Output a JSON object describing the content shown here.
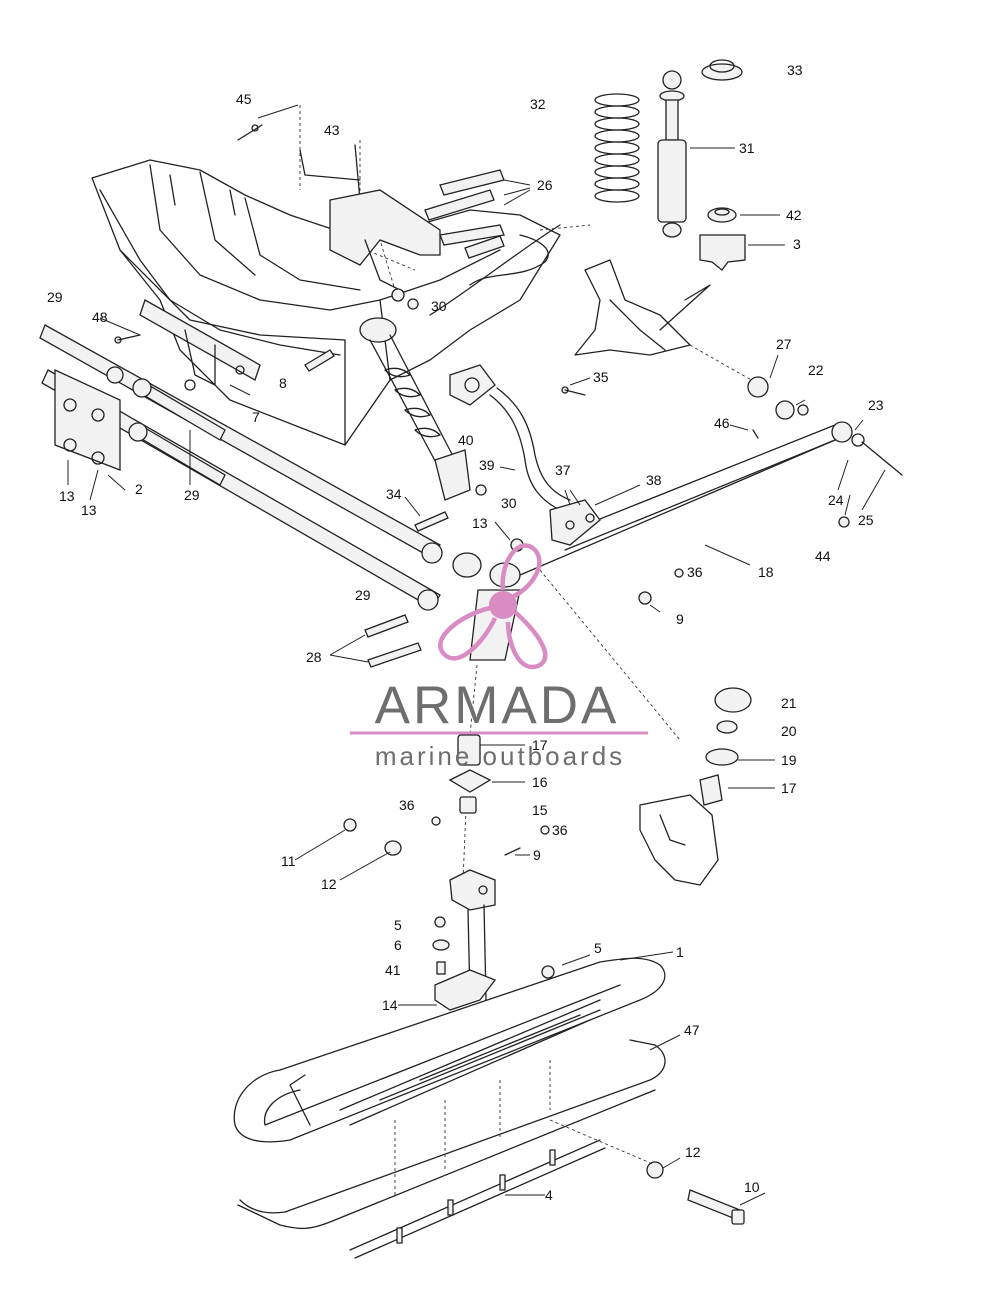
{
  "diagram": {
    "callouts": [
      {
        "id": "c45",
        "text": "45"
      },
      {
        "id": "c43",
        "text": "43"
      },
      {
        "id": "c32",
        "text": "32"
      },
      {
        "id": "c33",
        "text": "33"
      },
      {
        "id": "c26",
        "text": "26"
      },
      {
        "id": "c31",
        "text": "31"
      },
      {
        "id": "c42",
        "text": "42"
      },
      {
        "id": "c3",
        "text": "3"
      },
      {
        "id": "c29a",
        "text": "29"
      },
      {
        "id": "c48",
        "text": "48"
      },
      {
        "id": "c30a",
        "text": "30"
      },
      {
        "id": "c8",
        "text": "8"
      },
      {
        "id": "c35",
        "text": "35"
      },
      {
        "id": "c27",
        "text": "27"
      },
      {
        "id": "c22",
        "text": "22"
      },
      {
        "id": "c7",
        "text": "7"
      },
      {
        "id": "c23",
        "text": "23"
      },
      {
        "id": "c46",
        "text": "46"
      },
      {
        "id": "c40",
        "text": "40"
      },
      {
        "id": "c39",
        "text": "39"
      },
      {
        "id": "c37",
        "text": "37"
      },
      {
        "id": "c38",
        "text": "38"
      },
      {
        "id": "c13a",
        "text": "13"
      },
      {
        "id": "c13b",
        "text": "13"
      },
      {
        "id": "c2",
        "text": "2"
      },
      {
        "id": "c29b",
        "text": "29"
      },
      {
        "id": "c34",
        "text": "34"
      },
      {
        "id": "c30b",
        "text": "30"
      },
      {
        "id": "c24",
        "text": "24"
      },
      {
        "id": "c25",
        "text": "25"
      },
      {
        "id": "c13c",
        "text": "13"
      },
      {
        "id": "c44",
        "text": "44"
      },
      {
        "id": "c36a",
        "text": "36"
      },
      {
        "id": "c18",
        "text": "18"
      },
      {
        "id": "c29c",
        "text": "29"
      },
      {
        "id": "c9a",
        "text": "9"
      },
      {
        "id": "c28",
        "text": "28"
      },
      {
        "id": "c21",
        "text": "21"
      },
      {
        "id": "c20",
        "text": "20"
      },
      {
        "id": "c17a",
        "text": "17"
      },
      {
        "id": "c19",
        "text": "19"
      },
      {
        "id": "c16",
        "text": "16"
      },
      {
        "id": "c17b",
        "text": "17"
      },
      {
        "id": "c15",
        "text": "15"
      },
      {
        "id": "c36b",
        "text": "36"
      },
      {
        "id": "c36c",
        "text": "36"
      },
      {
        "id": "c9b",
        "text": "9"
      },
      {
        "id": "c11",
        "text": "11"
      },
      {
        "id": "c12a",
        "text": "12"
      },
      {
        "id": "c5a",
        "text": "5"
      },
      {
        "id": "c6",
        "text": "6"
      },
      {
        "id": "c5b",
        "text": "5"
      },
      {
        "id": "c1",
        "text": "1"
      },
      {
        "id": "c41",
        "text": "41"
      },
      {
        "id": "c14",
        "text": "14"
      },
      {
        "id": "c47",
        "text": "47"
      },
      {
        "id": "c12b",
        "text": "12"
      },
      {
        "id": "c10",
        "text": "10"
      },
      {
        "id": "c4",
        "text": "4"
      }
    ]
  },
  "watermark": {
    "brand_name": "ARMADA",
    "tagline": "marine outboards",
    "logo_icon": "propeller-logo-icon",
    "logo_color": "#d98bc4",
    "text_color": "#6e6e6e"
  }
}
